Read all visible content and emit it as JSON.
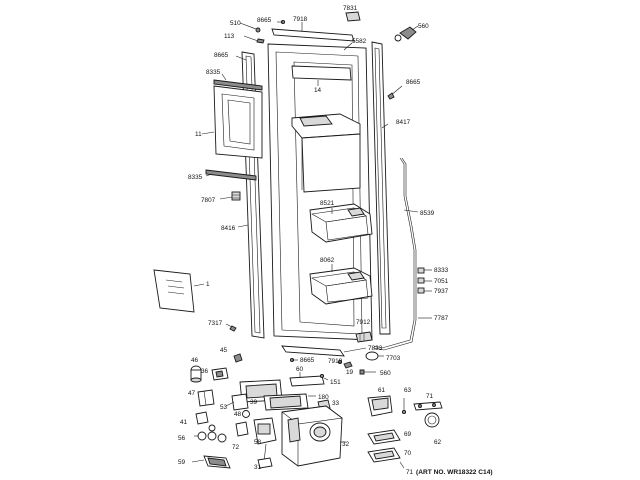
{
  "callouts": {
    "c510": "510",
    "c8665a": "8665",
    "c7918": "7918",
    "c7831": "7831",
    "c560a": "560",
    "c113": "113",
    "c5582": "5582",
    "c8665b": "8665",
    "c8335a": "8335",
    "c14": "14",
    "c8665c": "8665",
    "c11": "11",
    "c8417": "8417",
    "c8335b": "8335",
    "c7807": "7807",
    "c8521": "8521",
    "c8539": "8539",
    "c8416": "8416",
    "c8062": "8062",
    "c8333": "8333",
    "c7051": "7051",
    "c7937": "7937",
    "c1": "1",
    "c7317": "7317",
    "c7912": "7912",
    "c7787": "7787",
    "c7833": "7833",
    "c45": "45",
    "c46": "46",
    "c8665d": "8665",
    "c7919": "7919",
    "c7703": "7703",
    "c36": "36",
    "c60": "60",
    "c19": "19",
    "c560b": "560",
    "c151": "151",
    "c47": "47",
    "c61": "61",
    "c63": "63",
    "c71": "71",
    "c53": "53",
    "c39": "39",
    "c180": "180",
    "c33": "33",
    "c48": "48",
    "c41": "41",
    "c72": "72",
    "c58": "58",
    "c69": "69",
    "c62": "62",
    "c56": "56",
    "c32": "32",
    "c70": "70",
    "c59": "59",
    "c31": "31",
    "c71b": "71"
  },
  "art_number": "(ART NO. WR18322 C14)"
}
